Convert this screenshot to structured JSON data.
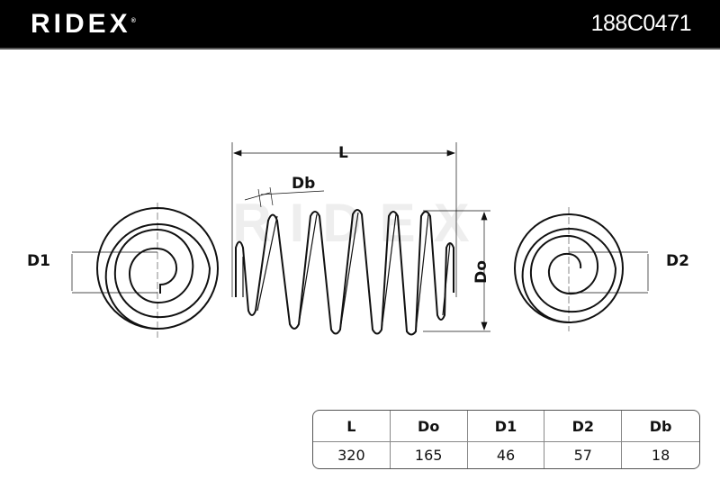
{
  "header": {
    "brand": "RIDEX",
    "part_number": "188C0471"
  },
  "labels": {
    "L": "L",
    "Db": "Db",
    "D1": "D1",
    "D2": "D2",
    "Do": "Do"
  },
  "table": {
    "headers": [
      "L",
      "Do",
      "D1",
      "D2",
      "Db"
    ],
    "values": [
      "320",
      "165",
      "46",
      "57",
      "18"
    ]
  }
}
